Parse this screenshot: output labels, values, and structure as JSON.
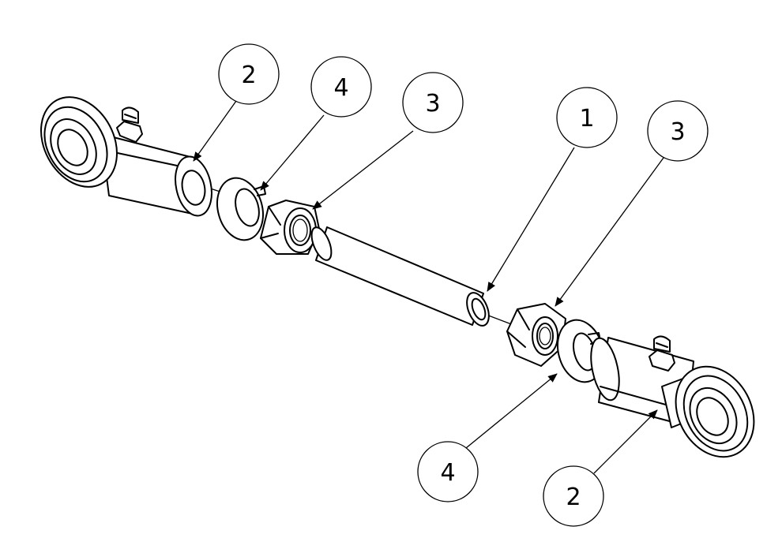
{
  "balloons": [
    {
      "id": "balloon-rod-end-left",
      "label": "2"
    },
    {
      "id": "balloon-lock-washer-left",
      "label": "4"
    },
    {
      "id": "balloon-jam-nut-left",
      "label": "3"
    },
    {
      "id": "balloon-tube",
      "label": "1"
    },
    {
      "id": "balloon-jam-nut-right",
      "label": "3"
    },
    {
      "id": "balloon-lock-washer-right",
      "label": "4"
    },
    {
      "id": "balloon-rod-end-right",
      "label": "2"
    }
  ]
}
